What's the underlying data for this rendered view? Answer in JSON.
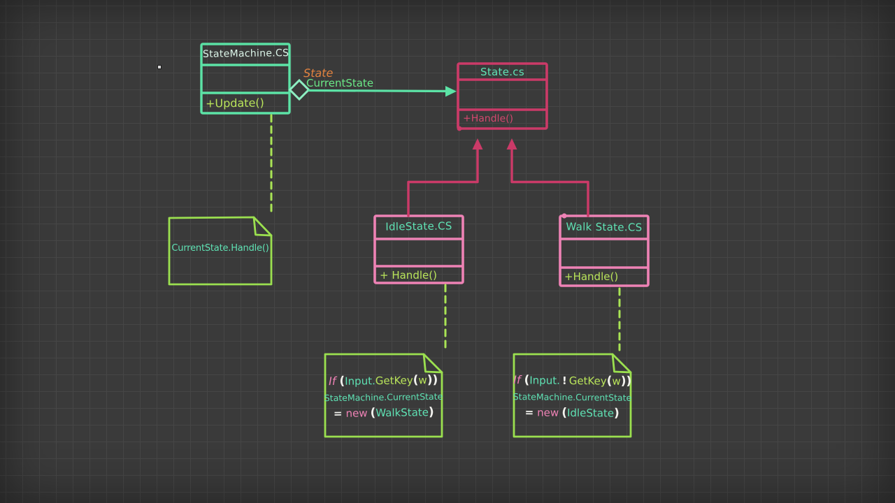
{
  "classes": {
    "state_machine": {
      "title": "StateMachine.CS",
      "method": "+Update()"
    },
    "state": {
      "title": "State.cs",
      "method": "+Handle()"
    },
    "idle": {
      "title": "IdleState.CS",
      "method": "+ Handle()"
    },
    "walk": {
      "title": "Walk State.CS",
      "method": "+Handle()"
    }
  },
  "association": {
    "role_label": "State",
    "field_label": "CurrentState"
  },
  "notes": {
    "update_note": {
      "text": "CurrentState.Handle()"
    },
    "idle_handle_note": {
      "l1_if": "If",
      "l1_p1": "(",
      "l1_obj": "Input.",
      "l1_call": "GetKey",
      "l1_p2": "(",
      "l1_arg": "w",
      "l1_p3": ")",
      "l1_p4": ")",
      "l2": "StateMachine.CurrentState",
      "l3_eq": "=",
      "l3_new": "new",
      "l3_p1": "(",
      "l3_cls": "WalkState",
      "l3_p2": ")"
    },
    "walk_handle_note": {
      "l1_if": "If",
      "l1_p1": "(",
      "l1_obj": "Input.",
      "l1_bang": "!",
      "l1_call": "GetKey",
      "l1_p2": "(",
      "l1_arg": "w",
      "l1_p3": ")",
      "l1_p4": ")",
      "l2": "StateMachine.CurrentState",
      "l3_eq": "=",
      "l3_new": "new",
      "l3_p1": "(",
      "l3_cls": "IdleState",
      "l3_p2": ")"
    }
  },
  "colors": {
    "background": "#3a3a3a",
    "grid": "#464646",
    "mint": "#5ce3a6",
    "mint_light": "#dcf5e9",
    "teal_text": "#5fe2b4",
    "yellow_green": "#b9e45a",
    "note_green": "#9be04f",
    "dash_green": "#a9e455",
    "crimson": "#cb3a68",
    "pink": "#ee82b5",
    "orange": "#e2823f",
    "white": "#f2f2ee"
  }
}
